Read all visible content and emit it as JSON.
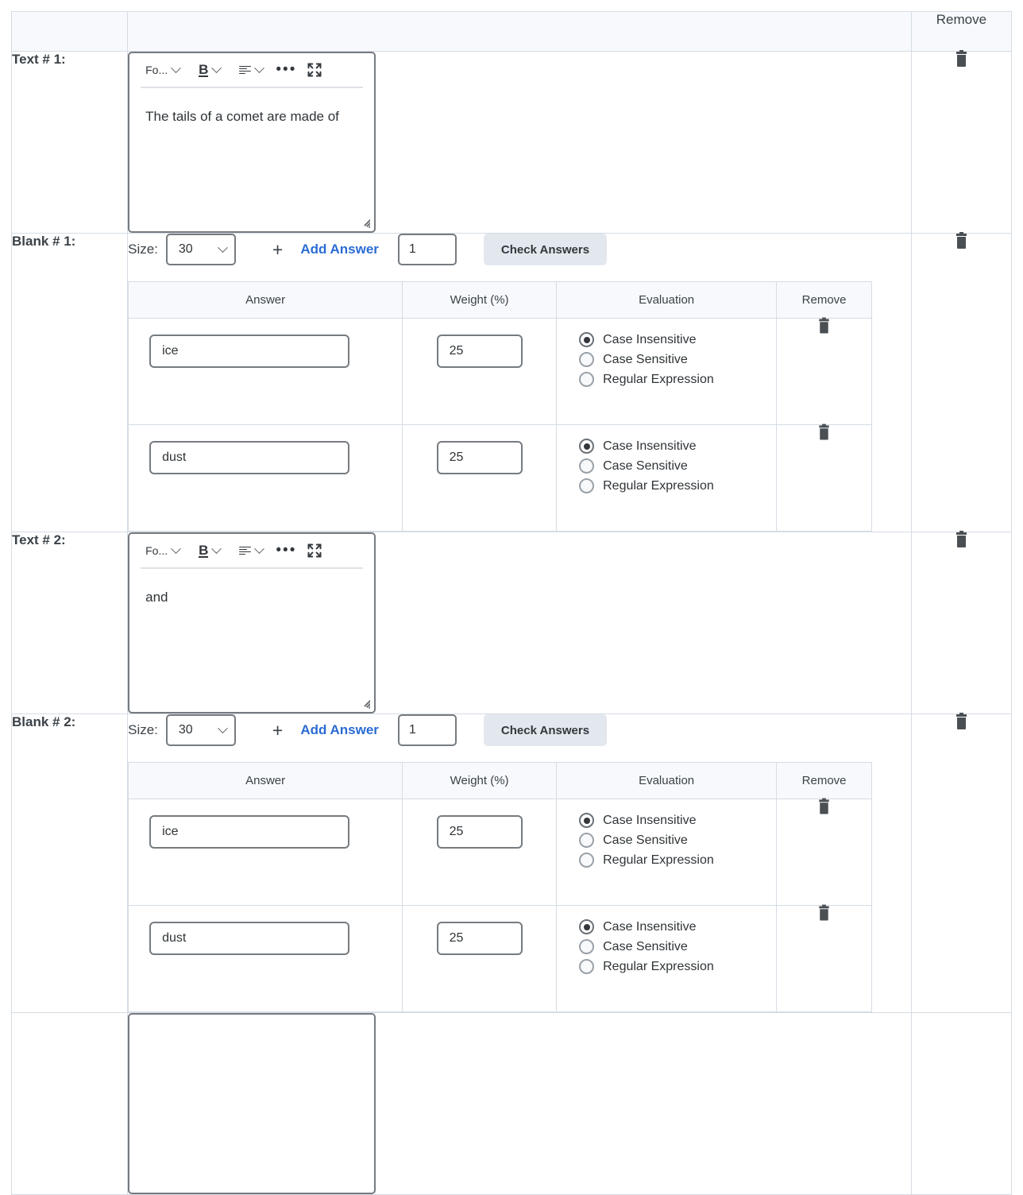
{
  "table": {
    "header": {
      "remove_label": "Remove"
    },
    "answer_columns": [
      "Answer",
      "Weight (%)",
      "Evaluation",
      "Remove"
    ],
    "eval_options": [
      "Case Insensitive",
      "Case Sensitive",
      "Regular Expression"
    ],
    "icons": {
      "trash": "trash-icon",
      "font_dropdown": "font-dropdown-icon",
      "bold": "bold-icon",
      "align": "align-left-icon",
      "more": "more-options-icon",
      "expand": "fullscreen-expand-icon",
      "chevron": "chevron-down-icon",
      "resize": "resize-handle-icon",
      "plus": "plus-icon"
    },
    "editor_toolbar": {
      "font_label": "Fo...",
      "bold_label": "B",
      "more_label": "•••"
    },
    "blank_controls": {
      "size_label": "Size:",
      "size_value": "30",
      "plus_label": "+",
      "add_answer_label": "Add Answer",
      "count_value": "1",
      "check_answers_label": "Check Answers"
    },
    "colors": {
      "header_bg": "#f7f9fc",
      "border": "#d5dce4",
      "link_blue": "#2b6cd4",
      "button_bg": "#e3e8ef",
      "input_border": "#767b80",
      "icon_dark": "#4a4f54"
    },
    "rows": [
      {
        "type": "text",
        "label": "Text # 1:",
        "content": "The tails of a comet are made of"
      },
      {
        "type": "blank",
        "label": "Blank # 1:",
        "answers": [
          {
            "answer": "ice",
            "weight": "25",
            "evaluation": "Case Insensitive"
          },
          {
            "answer": "dust",
            "weight": "25",
            "evaluation": "Case Insensitive"
          }
        ]
      },
      {
        "type": "text",
        "label": "Text # 2:",
        "content": "and"
      },
      {
        "type": "blank",
        "label": "Blank # 2:",
        "answers": [
          {
            "answer": "ice",
            "weight": "25",
            "evaluation": "Case Insensitive"
          },
          {
            "answer": "dust",
            "weight": "25",
            "evaluation": "Case Insensitive"
          }
        ]
      }
    ]
  }
}
